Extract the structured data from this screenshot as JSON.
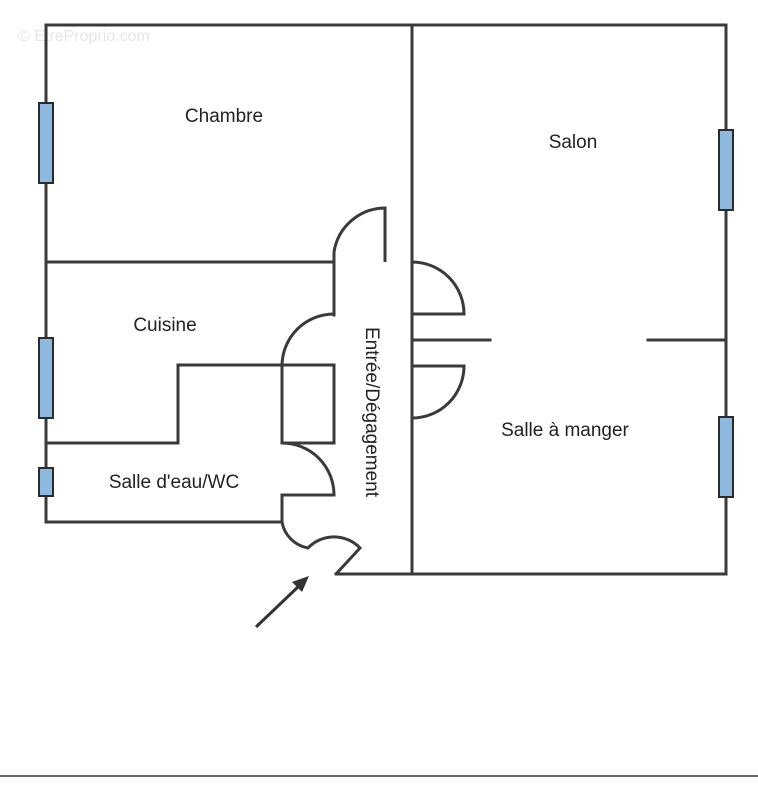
{
  "watermark": "© EtreProprio.com",
  "rooms": {
    "chambre": "Chambre",
    "salon": "Salon",
    "cuisine": "Cuisine",
    "entree": "Entrée/Dégagement",
    "salle_a_manger": "Salle à manger",
    "salle_eau": "Salle d'eau/WC"
  },
  "colors": {
    "wall": "#3a3a3a",
    "window": "#8fb8de"
  }
}
